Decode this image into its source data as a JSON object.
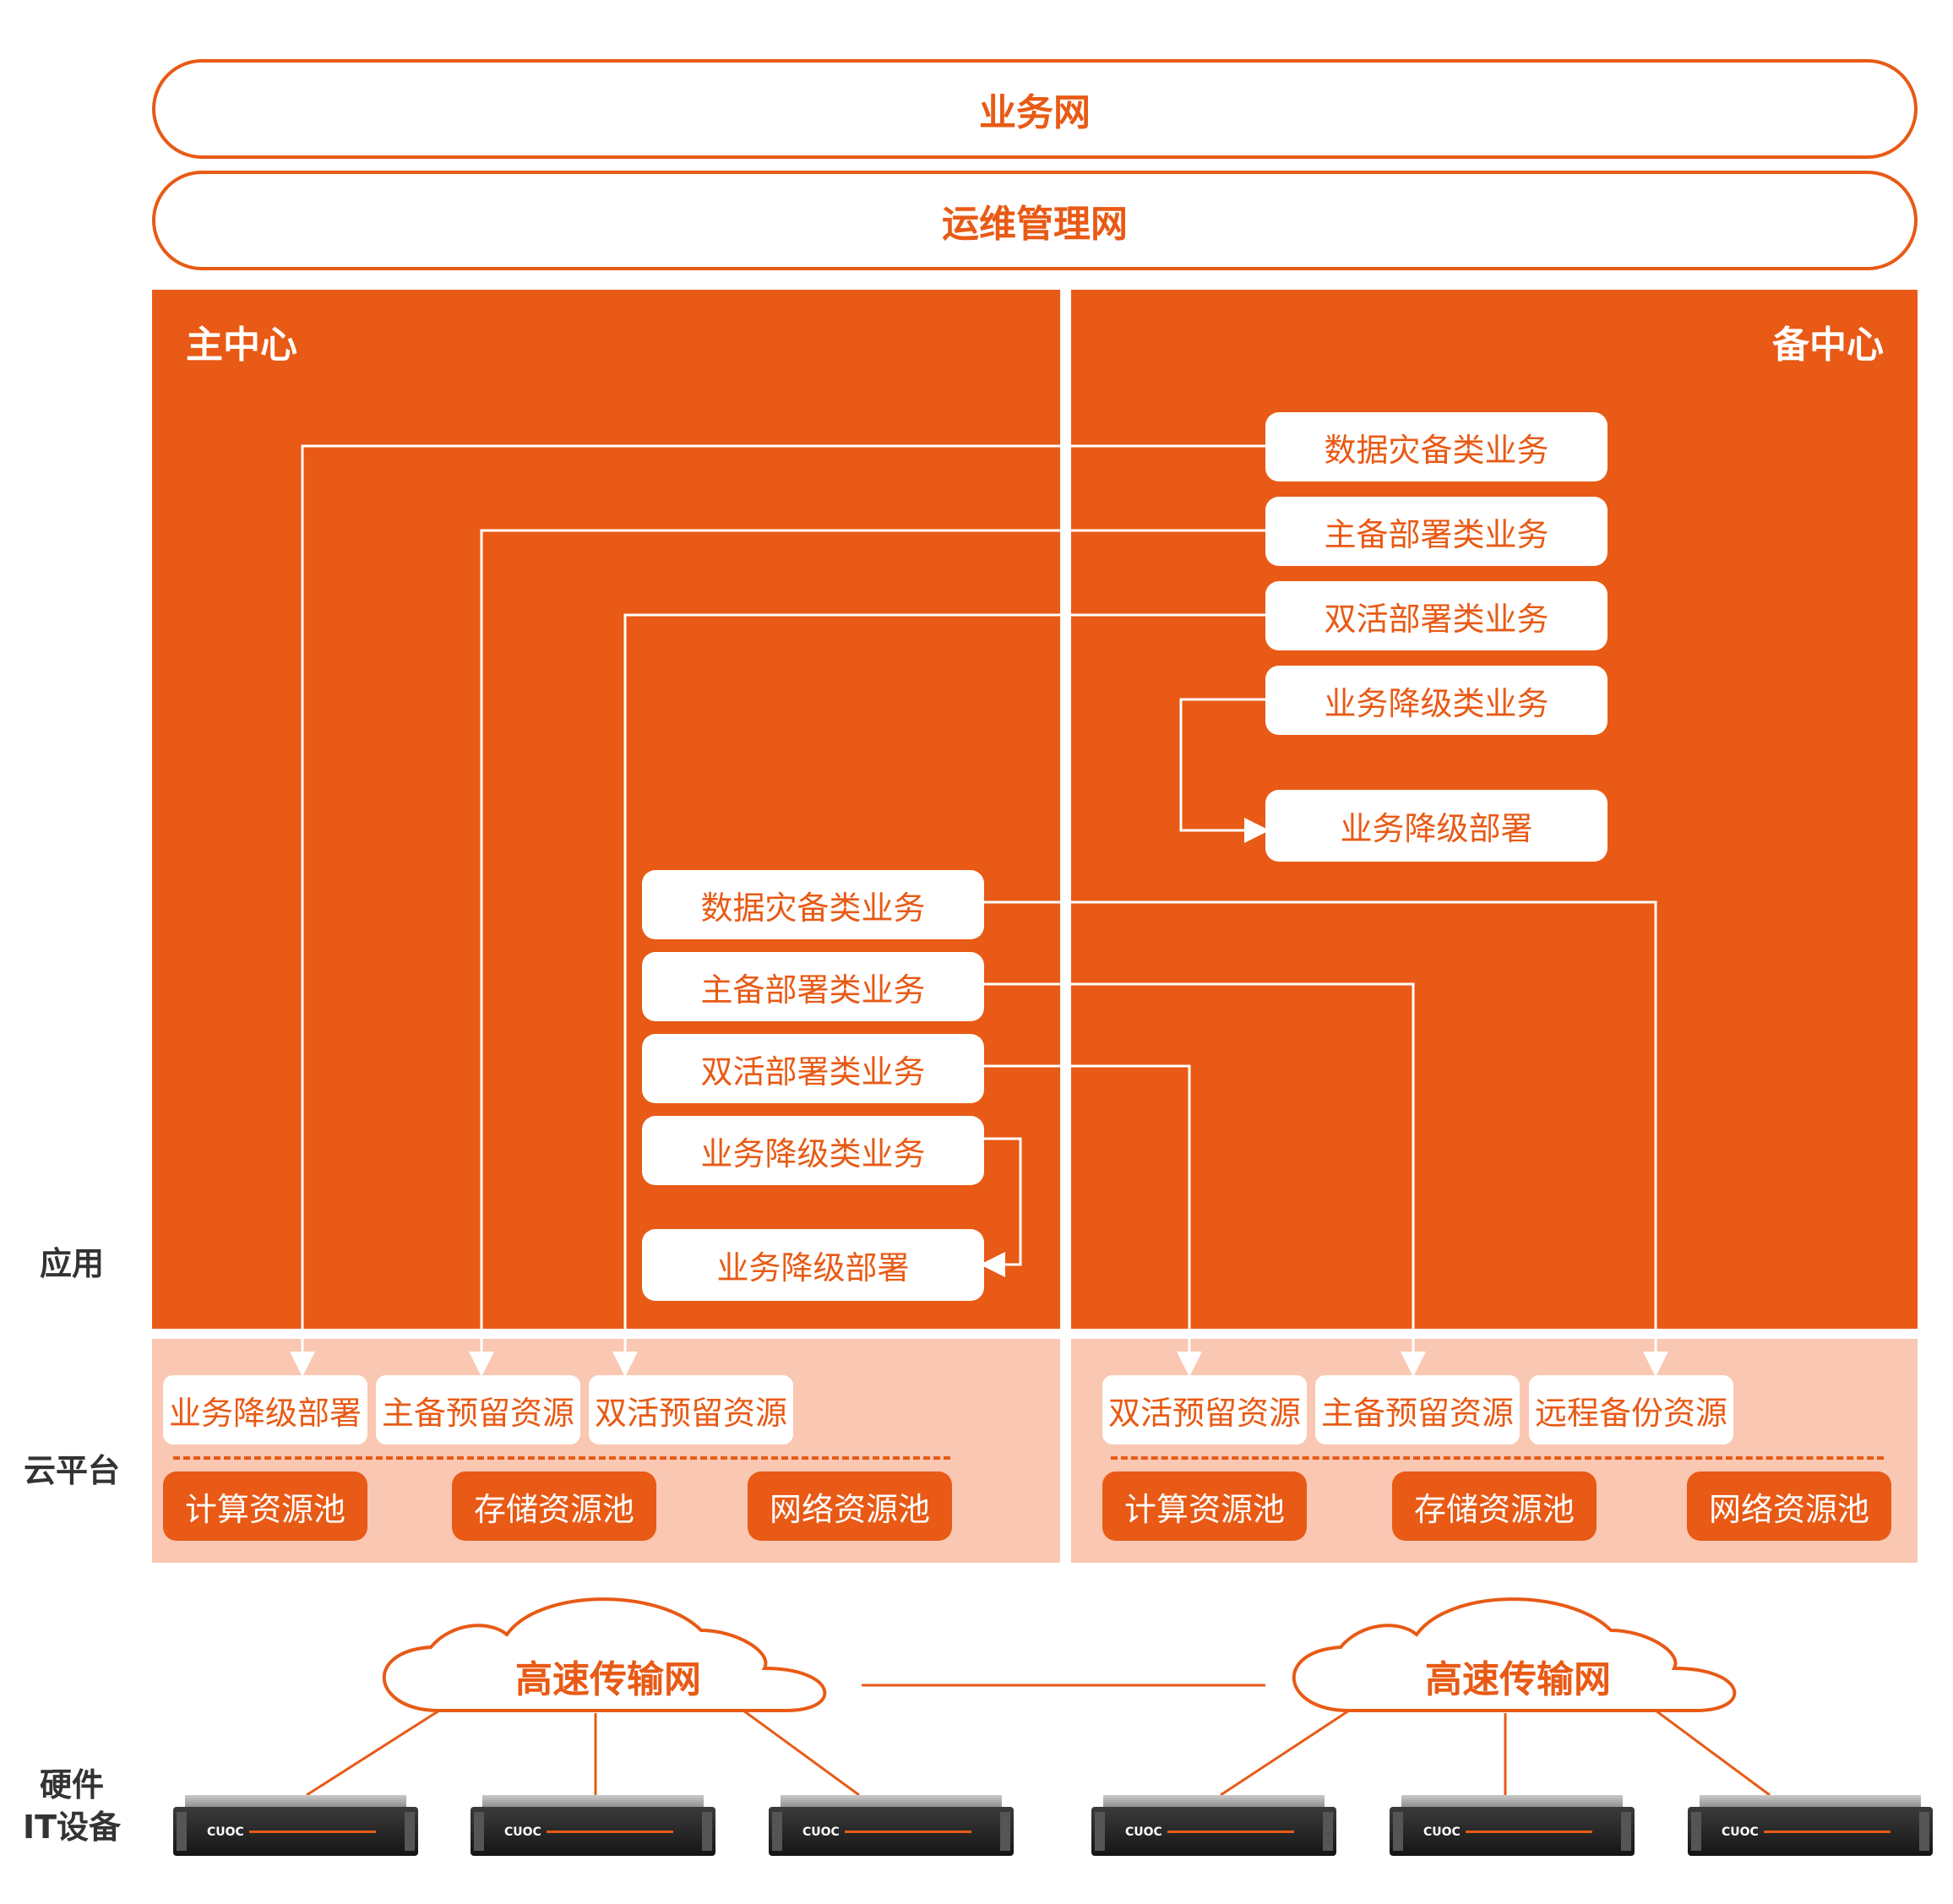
{
  "networks": {
    "business": "业务网",
    "ops": "运维管理网"
  },
  "primary": {
    "title": "主中心",
    "services": [
      "数据灾备类业务",
      "主备部署类业务",
      "双活部署类业务",
      "业务降级类业务"
    ],
    "deploy": "业务降级部署",
    "resources": [
      "业务降级部署",
      "主备预留资源",
      "双活预留资源"
    ],
    "pools": [
      "计算资源池",
      "存储资源池",
      "网络资源池"
    ]
  },
  "backup": {
    "title": "备中心",
    "services": [
      "数据灾备类业务",
      "主备部署类业务",
      "双活部署类业务",
      "业务降级类业务"
    ],
    "deploy": "业务降级部署",
    "resources": [
      "双活预留资源",
      "主备预留资源",
      "远程备份资源"
    ],
    "pools": [
      "计算资源池",
      "存储资源池",
      "网络资源池"
    ]
  },
  "layers": {
    "app": "应用",
    "cloud": "云平台",
    "hw_line1": "硬件",
    "hw_line2": "IT设备"
  },
  "transport": {
    "left": "高速传输网",
    "right": "高速传输网"
  },
  "server_brand": "CUOC",
  "colors": {
    "accent": "#e85a15",
    "cloud_band": "#f9c7b2"
  }
}
